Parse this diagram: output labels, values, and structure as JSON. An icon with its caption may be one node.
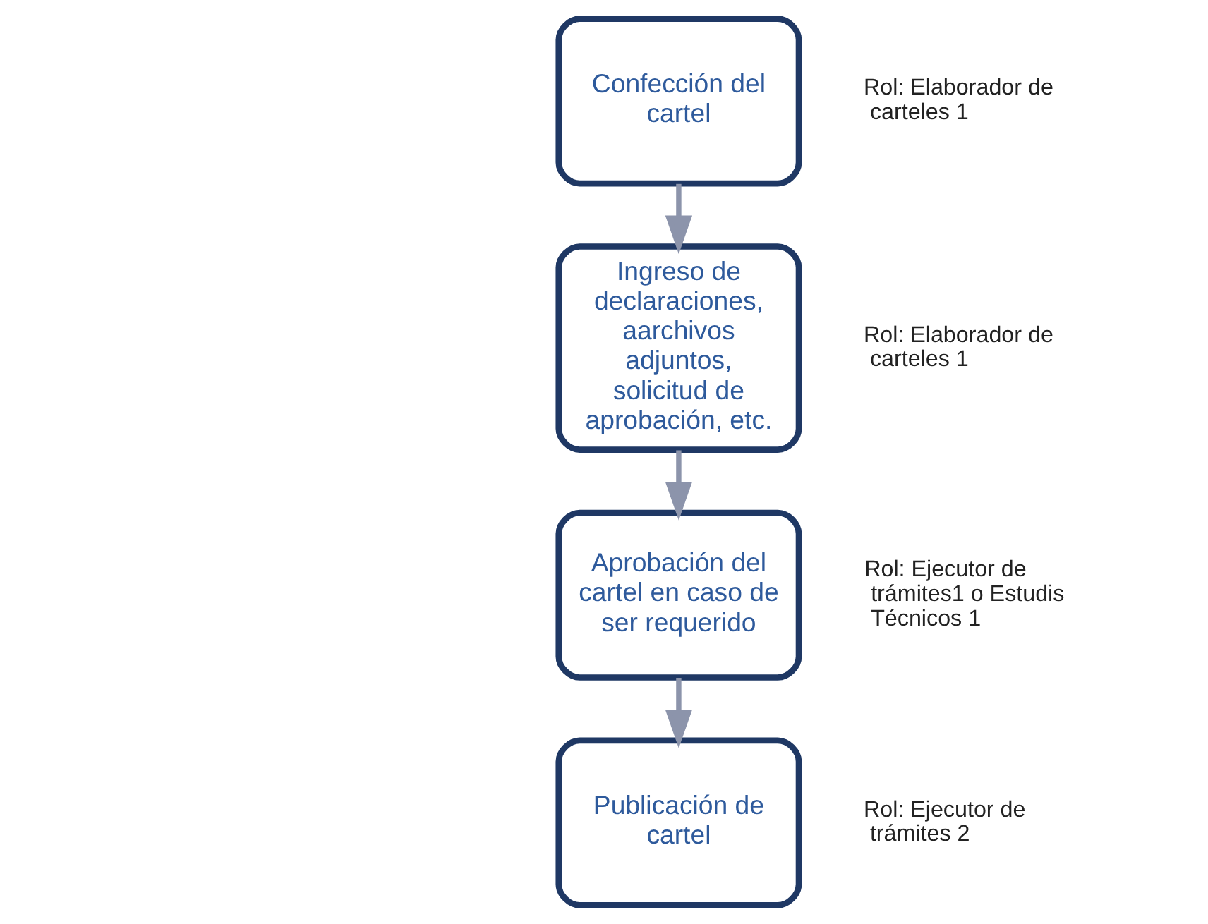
{
  "diagram": {
    "nodes": [
      {
        "text": [
          "Confección del cartel"
        ],
        "beside": [
          "Rol: Elaborador de carteles 1"
        ]
      },
      {
        "text": [
          "Ingreso de declaraciones, aarchivos adjuntos, solicitud de aprobación, etc."
        ],
        "beside": [
          "Rol: Elaborador de carteles 1"
        ]
      },
      {
        "text": [
          "Aprobación del cartel en caso de ser requerido"
        ],
        "beside": [
          "Rol: Ejecutor de trámites1 o Estudis Técnicos 1"
        ]
      },
      {
        "text": [
          "Publicación de cartel"
        ],
        "beside": [
          "Rol: Ejecutor de trámites 2"
        ]
      }
    ],
    "edges": [
      {
        "from": 0,
        "to": 1,
        "arrow": "to"
      },
      {
        "from": 1,
        "to": 2,
        "arrow": "to"
      },
      {
        "from": 2,
        "to": 3,
        "arrow": "to"
      }
    ]
  }
}
